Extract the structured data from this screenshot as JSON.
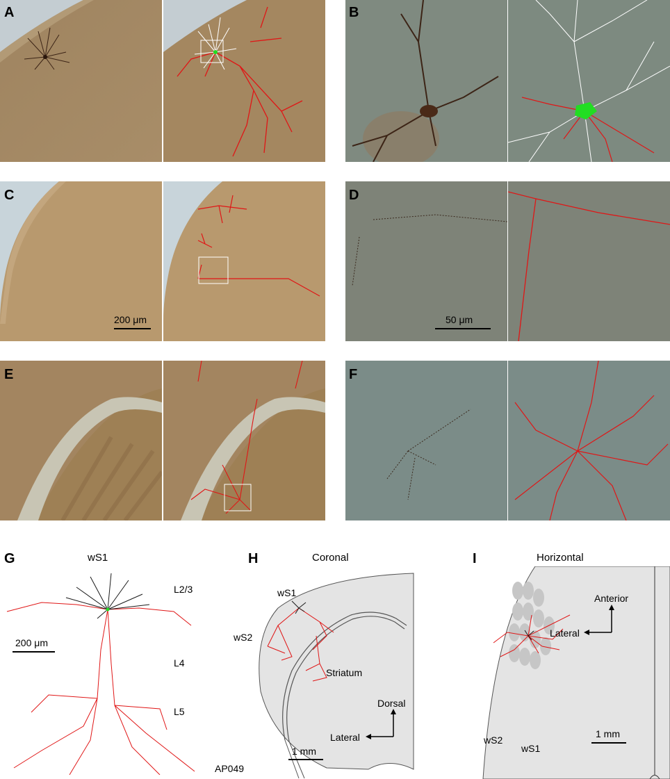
{
  "panels": {
    "A": {
      "label": "A"
    },
    "B": {
      "label": "B"
    },
    "C": {
      "label": "C",
      "scale_bar": "200 μm"
    },
    "D": {
      "label": "D",
      "scale_bar": "50 μm"
    },
    "E": {
      "label": "E"
    },
    "F": {
      "label": "F"
    },
    "G": {
      "label": "G",
      "title": "wS1",
      "layers": [
        "L2/3",
        "L4",
        "L5"
      ],
      "scale_bar": "200 μm"
    },
    "H": {
      "label": "H",
      "title": "Coronal",
      "regions": [
        "wS1",
        "wS2",
        "Striatum"
      ],
      "axis_up": "Dorsal",
      "axis_left": "Lateral",
      "scale_bar": "1 mm",
      "section_id": "AP049"
    },
    "I": {
      "label": "I",
      "title": "Horizontal",
      "axis_up": "Anterior",
      "axis_left": "Lateral",
      "regions": [
        "wS2",
        "wS1"
      ],
      "scale_bar": "1 mm"
    }
  },
  "colors": {
    "brown_tissue": "#a48760",
    "gray_tissue": "#7d8a80",
    "axon": "#e01616",
    "dendrite_trace": "#ffffff",
    "soma": "#22dd22",
    "brain_fill": "#e4e4e4",
    "barrel_fill": "#c6c6c6"
  }
}
